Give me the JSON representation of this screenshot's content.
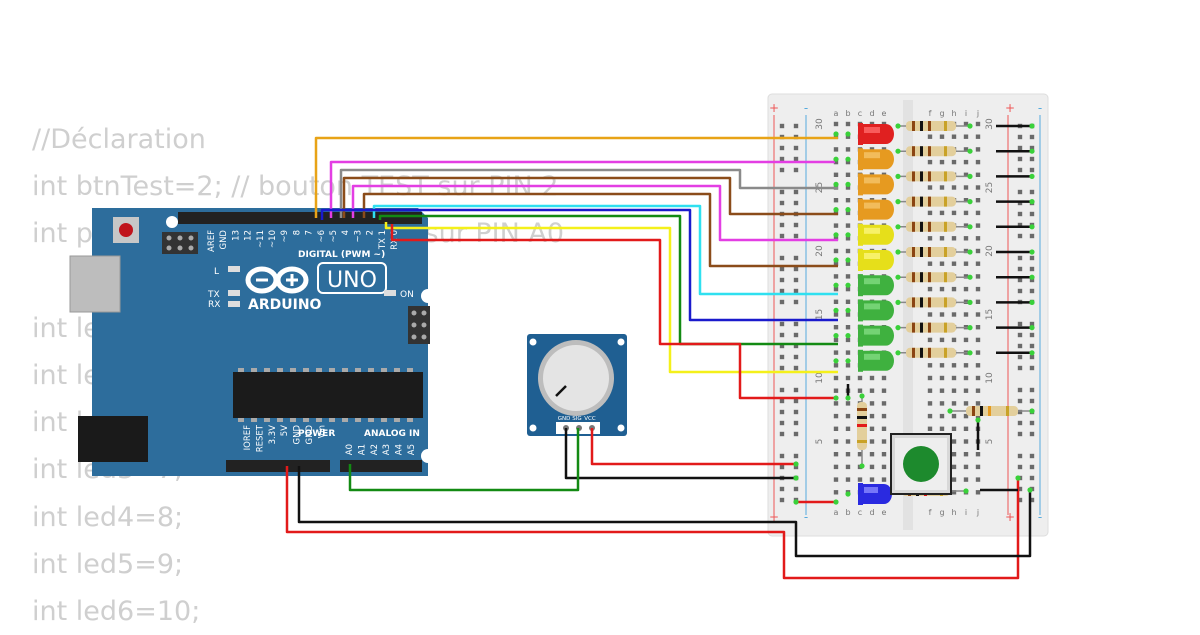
{
  "code_lines": [
    "//Déclaration",
    "int btnTest=2; // bouton TEST sur PIN 2",
    "int pot=A0; // potentiomètre sur PIN A0",
    "",
    "int leds: LEDs sur PIN 4 à 13",
    "int led1=4;",
    "int led2=5;",
    "int led3=7;",
    "int led4=8;",
    "int led5=9;",
    "int led6=10;"
  ],
  "arduino": {
    "brand": "ARDUINO",
    "model": "UNO",
    "digital_label": "DIGITAL (PWM ~)",
    "power_label": "POWER",
    "analog_label": "ANALOG IN",
    "on_label": "ON",
    "l_label": "L",
    "tx_label": "TX",
    "rx_label": "RX",
    "top_pins": [
      "AREF",
      "GND",
      "13",
      "12",
      "~11",
      "~10",
      "~9",
      "8",
      "7",
      "~6",
      "~5",
      "4",
      "~3",
      "2",
      "TX 1",
      "RX 0"
    ],
    "power_pins": [
      "IOREF",
      "RESET",
      "3.3V",
      "5V",
      "GND",
      "GND",
      "Vin"
    ],
    "analog_pins": [
      "A0",
      "A1",
      "A2",
      "A3",
      "A4",
      "A5"
    ]
  },
  "potentiometer": {
    "pins": [
      "GND",
      "SIG",
      "VCC"
    ]
  },
  "breadboard": {
    "row_numbers": [
      "30",
      "25",
      "20",
      "15",
      "10",
      "5"
    ],
    "col_letters_left": [
      "a",
      "b",
      "c",
      "d",
      "e"
    ],
    "col_letters_right": [
      "f",
      "g",
      "h",
      "i",
      "j"
    ],
    "plus": "+",
    "minus": "-"
  },
  "colors": {
    "board": "#2d6d9c",
    "breadboard": "#eeeeee",
    "wire_orange": "#e8a317",
    "wire_magenta": "#e33ee3",
    "wire_gray": "#8a8a8a",
    "wire_brown": "#8b4c1a",
    "wire_cyan": "#2fe0f0",
    "wire_blue": "#1a1acc",
    "wire_green": "#138a13",
    "wire_yellow": "#f4f01a",
    "wire_red": "#e21a1a",
    "wire_black": "#111111"
  }
}
